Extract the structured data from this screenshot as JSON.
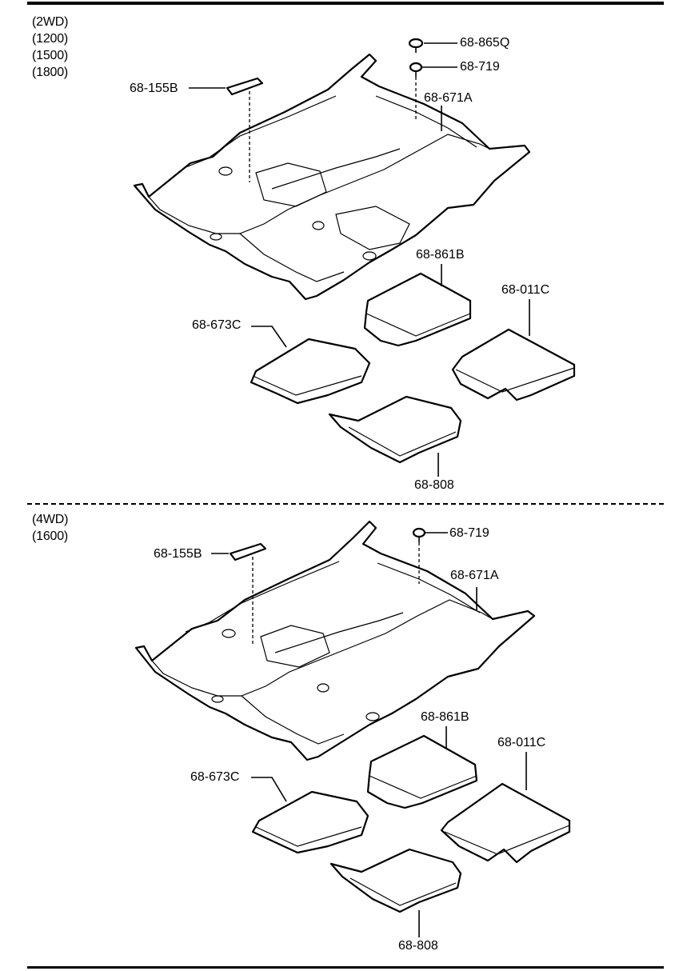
{
  "sections": [
    {
      "conditions": [
        "(2WD)",
        "(1200)",
        "(1500)",
        "(1800)"
      ],
      "parts": {
        "clip_a": "68-155B",
        "plug": "68-865Q",
        "fastener": "68-719",
        "floor_carpet": "68-671A",
        "mat_rear_left": "68-861B",
        "mat_rear_right": "68-011C",
        "mat_front_left": "68-673C",
        "mat_front_right": "68-808"
      }
    },
    {
      "conditions": [
        "(4WD)",
        "(1600)"
      ],
      "parts": {
        "clip_a": "68-155B",
        "fastener": "68-719",
        "floor_carpet": "68-671A",
        "mat_rear_left": "68-861B",
        "mat_rear_right": "68-011C",
        "mat_front_left": "68-673C",
        "mat_front_right": "68-808"
      }
    }
  ]
}
